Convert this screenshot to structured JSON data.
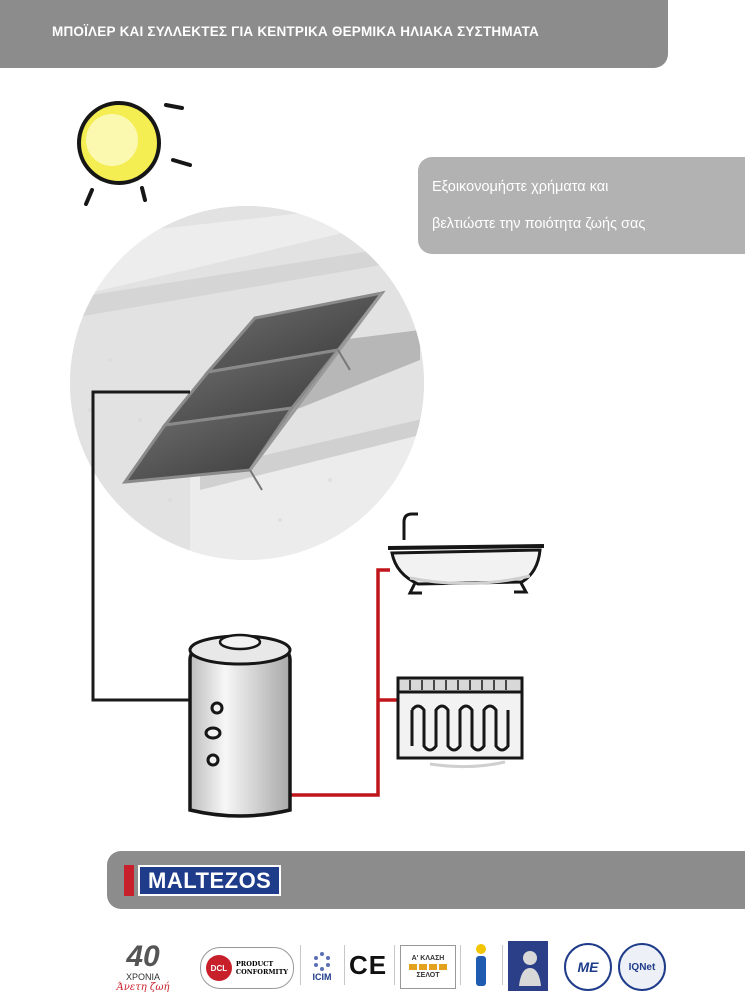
{
  "header": {
    "title": "ΜΠΟΪΛΕΡ ΚΑΙ ΣΥΛΛΕΚΤΕΣ ΓΙΑ ΚΕΝΤΡΙΚΑ ΘΕΡΜΙΚΑ ΗΛΙΑΚΑ ΣΥΣΤΗΜΑΤΑ"
  },
  "tagline": {
    "line1": "Εξοικονομήστε χρήματα και",
    "line2": "βελτιώστε την ποιότητα ζωής σας"
  },
  "brand": {
    "name": "MALTEZOS"
  },
  "badges": {
    "anniversary_number": "40",
    "anniversary_word": "ΧΡΟΝΙΑ",
    "anniversary_slogan": "Άνετη ζωή",
    "dcl_text": "DCL",
    "conformity_line1": "PRODUCT",
    "conformity_line2": "CONFORMITY",
    "icim": "ICIM",
    "ce": "CE",
    "class_label": "Α' ΚΛΑΣΗ",
    "class_org": "ΣΕΛΟΤ",
    "me": "ME",
    "iqnet": "IQNet"
  },
  "colors": {
    "header": "#8c8c8c",
    "tagline_box": "#b2b2b2",
    "pipe_hot": "#c0151b",
    "pipe_cold": "#1a1a1a",
    "brand_blue": "#1f3c8a",
    "brand_red": "#c8202b"
  }
}
